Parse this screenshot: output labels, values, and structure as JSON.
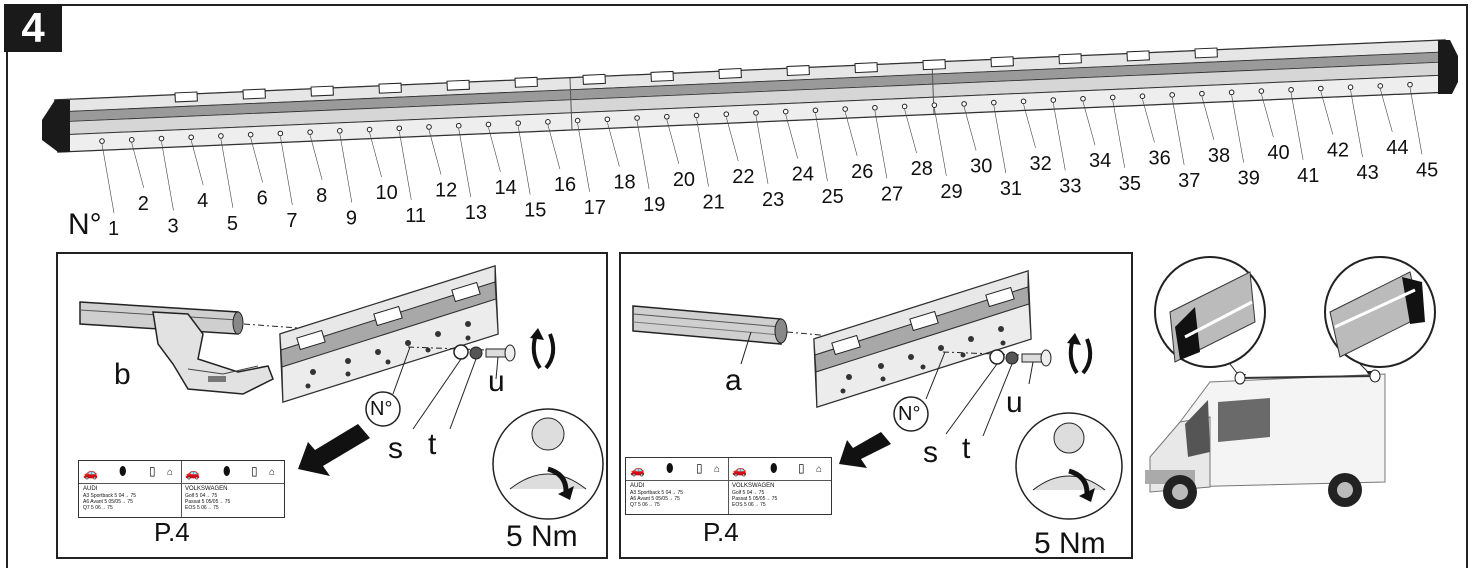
{
  "step": {
    "number": "4"
  },
  "rail": {
    "prefix": "N°",
    "holes": [
      "1",
      "2",
      "3",
      "4",
      "5",
      "6",
      "7",
      "8",
      "9",
      "10",
      "11",
      "12",
      "13",
      "14",
      "15",
      "16",
      "17",
      "18",
      "19",
      "20",
      "21",
      "22",
      "23",
      "24",
      "25",
      "26",
      "27",
      "28",
      "29",
      "30",
      "31",
      "32",
      "33",
      "34",
      "35",
      "36",
      "37",
      "38",
      "39",
      "40",
      "41",
      "42",
      "43",
      "44",
      "45"
    ]
  },
  "panel_left": {
    "bar_label": "b",
    "hole_ref": "N°",
    "washer_label": "s",
    "nut_label": "t",
    "screw_label": "u",
    "torque": "5 Nm",
    "page_ref": "P.4",
    "table": {
      "brand1": "AUDI",
      "brand2": "VOLKSWAGEN",
      "rows1": [
        [
          "A3 Sportback",
          "5",
          "04→",
          "75"
        ],
        [
          "A6 Avant",
          "5",
          "05/05→",
          "75"
        ],
        [
          "Q7",
          "5",
          "06→",
          "75"
        ]
      ],
      "rows2": [
        [
          "Golf",
          "5",
          "04→",
          "75"
        ],
        [
          "Passat",
          "5",
          "05/05→",
          "75"
        ],
        [
          "EOS",
          "5",
          "06→",
          "75"
        ]
      ]
    }
  },
  "panel_right": {
    "bar_label": "a",
    "hole_ref": "N°",
    "washer_label": "s",
    "nut_label": "t",
    "screw_label": "u",
    "torque": "5 Nm",
    "page_ref": "P.4",
    "table": {
      "brand1": "AUDI",
      "brand2": "VOLKSWAGEN",
      "rows1": [
        [
          "A3 Sportback",
          "5",
          "04→",
          "75"
        ],
        [
          "A6 Avant",
          "5",
          "05/05→",
          "75"
        ],
        [
          "Q7",
          "5",
          "06→",
          "75"
        ]
      ],
      "rows2": [
        [
          "Golf",
          "5",
          "04→",
          "75"
        ],
        [
          "Passat",
          "5",
          "05/05→",
          "75"
        ],
        [
          "EOS",
          "5",
          "06→",
          "75"
        ]
      ]
    }
  }
}
